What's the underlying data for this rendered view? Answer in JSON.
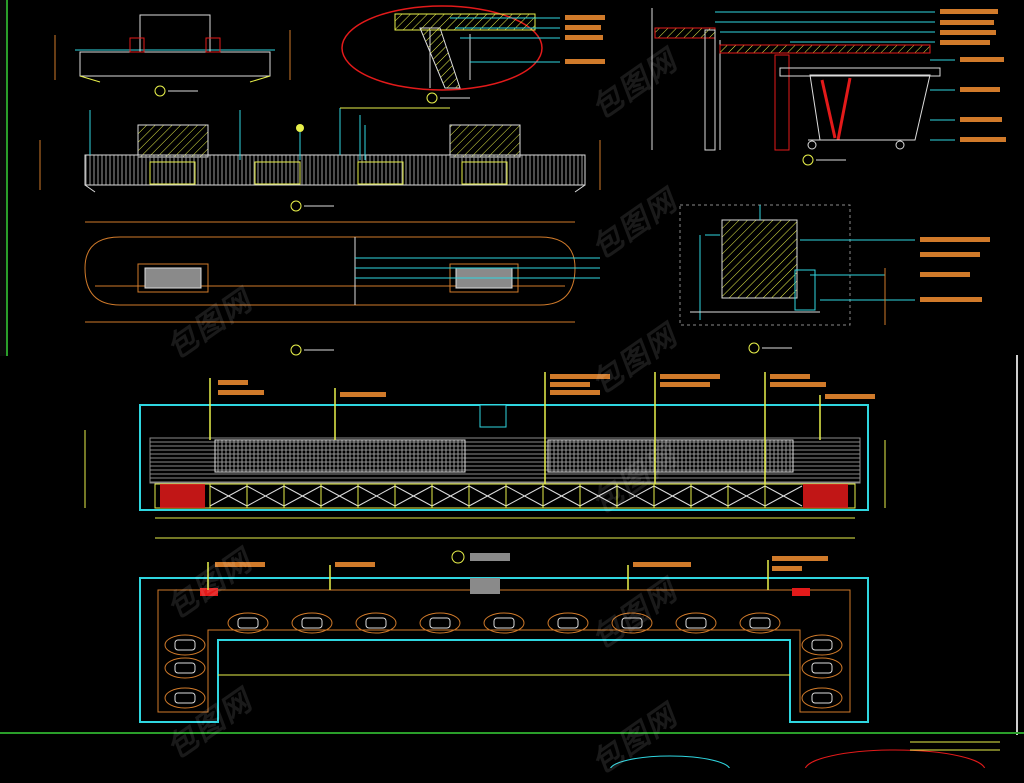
{
  "drawing": {
    "background": "#000000",
    "colors": {
      "cyan": "#2fd6e0",
      "yellow": "#e8f04a",
      "orange": "#d07a2a",
      "red": "#e31a1a",
      "white": "#dcdcdc",
      "green": "#2a9e2a",
      "grey": "#8a8a8a"
    },
    "watermark": "包图网"
  },
  "views": [
    {
      "id": "detail-a"
    },
    {
      "id": "circle-detail"
    },
    {
      "id": "section-right"
    },
    {
      "id": "front-elevation"
    },
    {
      "id": "plan-top"
    },
    {
      "id": "joint-detail"
    },
    {
      "id": "main-elevation"
    },
    {
      "id": "main-plan"
    }
  ],
  "icons": {
    "section_marker": "circle-marker-icon",
    "scale_note": "scale-label-icon"
  }
}
